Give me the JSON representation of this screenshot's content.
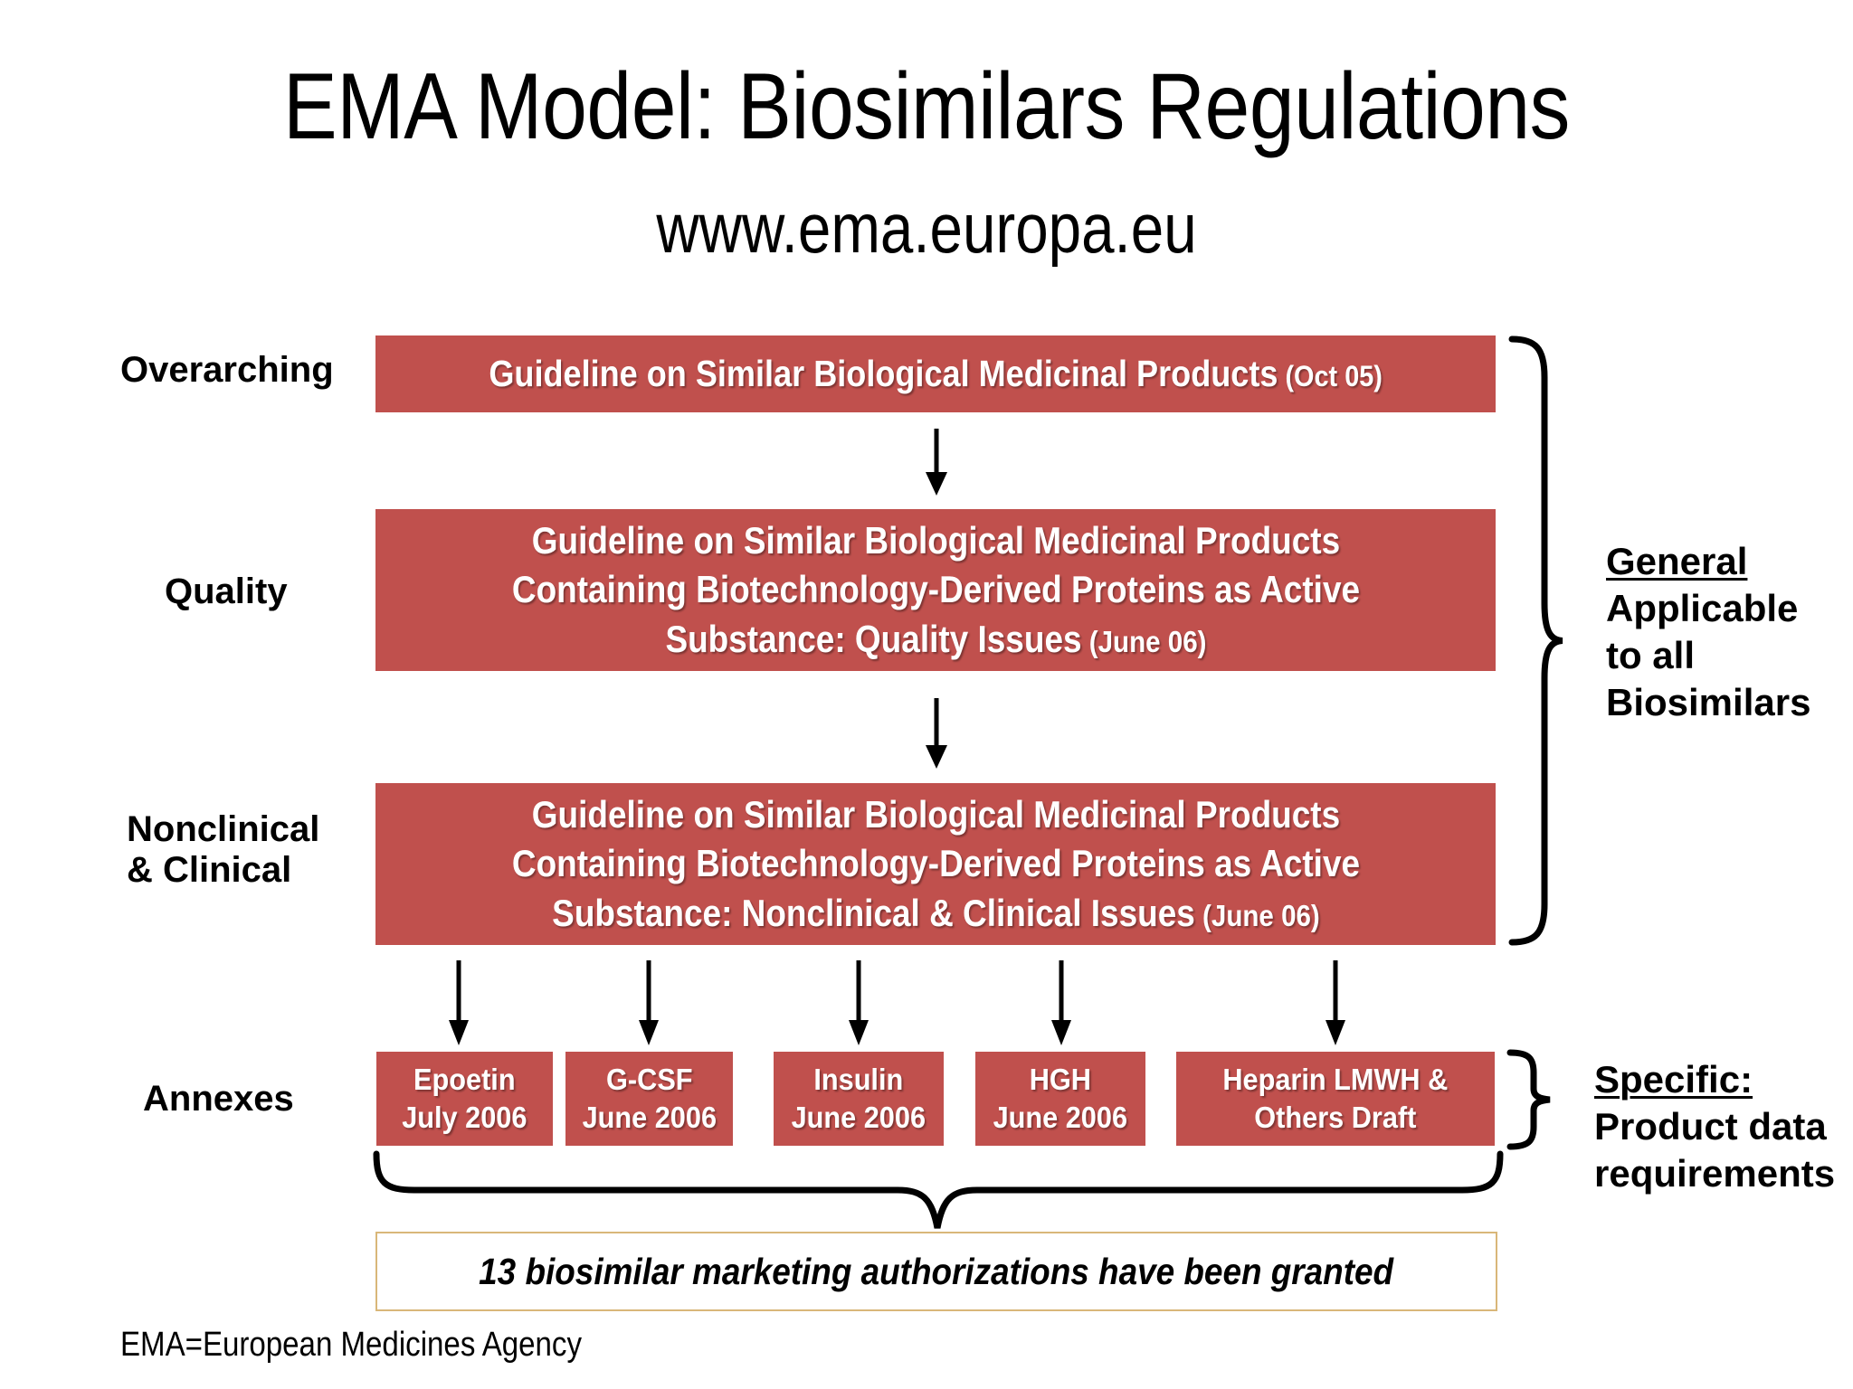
{
  "header": {
    "title": "EMA Model: Biosimilars Regulations",
    "subtitle": "www.ema.europa.eu"
  },
  "colors": {
    "box_red": "#C0504D",
    "box_text": "#FFFFFF",
    "callout_border": "#D9B779",
    "text_black": "#000000",
    "background": "#FFFFFF"
  },
  "rows": [
    {
      "label": "Overarching"
    },
    {
      "label": "Quality"
    },
    {
      "label_line1": "Nonclinical",
      "label_line2": "& Clinical"
    },
    {
      "label": "Annexes"
    }
  ],
  "boxes": {
    "overarching": {
      "line1": "Guideline on Similar Biological Medicinal Products",
      "date": "(Oct 05)"
    },
    "quality": {
      "line1": "Guideline on Similar Biological Medicinal Products",
      "line2": "Containing Biotechnology-Derived Proteins as Active",
      "line3": "Substance: Quality Issues",
      "date": "(June 06)"
    },
    "nonclinical": {
      "line1": "Guideline on Similar Biological Medicinal Products",
      "line2": "Containing Biotechnology-Derived Proteins as Active",
      "line3": "Substance: Nonclinical & Clinical Issues",
      "date": "(June 06)"
    }
  },
  "annexes": [
    {
      "name": "Epoetin",
      "date": "July 2006"
    },
    {
      "name": "G-CSF",
      "date": "June 2006"
    },
    {
      "name": "Insulin",
      "date": "June 2006"
    },
    {
      "name": "HGH",
      "date": "June 2006"
    },
    {
      "name": "Heparin LMWH &",
      "date": "Others Draft"
    }
  ],
  "annotations": {
    "general": {
      "heading": "General",
      "line1": "Applicable",
      "line2": "to all",
      "line3": "Biosimilars"
    },
    "specific": {
      "heading": "Specific:",
      "line1": "Product data",
      "line2": "requirements"
    }
  },
  "callout": {
    "text": "13 biosimilar marketing authorizations have been granted"
  },
  "footnote": {
    "text": "EMA=European Medicines Agency"
  },
  "icons": {
    "down_arrow": "down-arrow-icon",
    "right_brace": "right-curly-brace-icon",
    "down_brace": "down-curly-brace-icon"
  }
}
